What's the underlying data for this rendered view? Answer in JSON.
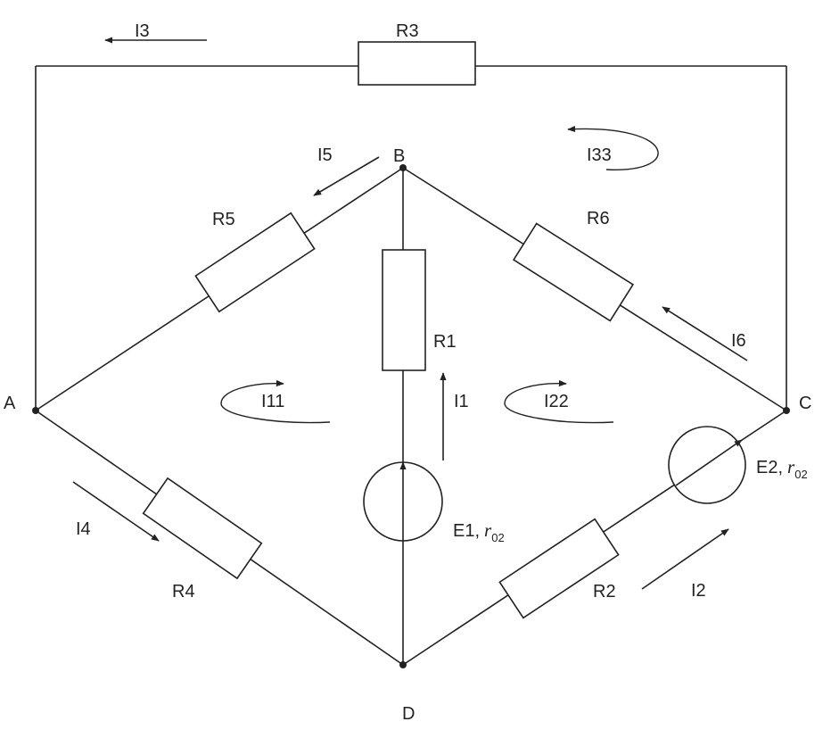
{
  "nodes": {
    "a": "A",
    "b": "B",
    "c": "C",
    "d": "D"
  },
  "resistors": {
    "r1": "R1",
    "r2": "R2",
    "r3": "R3",
    "r4": "R4",
    "r5": "R5",
    "r6": "R6"
  },
  "currents": {
    "i1": "I1",
    "i2": "I2",
    "i3": "I3",
    "i4": "I4",
    "i5": "I5",
    "i6": "I6"
  },
  "loops": {
    "i11": "I11",
    "i22": "I22",
    "i33": "I33"
  },
  "sources": {
    "e1": {
      "name": "E1,",
      "r_symbol": "r",
      "r_sub": "02"
    },
    "e2": {
      "name": "E2,",
      "r_symbol": "r",
      "r_sub": "02"
    }
  }
}
